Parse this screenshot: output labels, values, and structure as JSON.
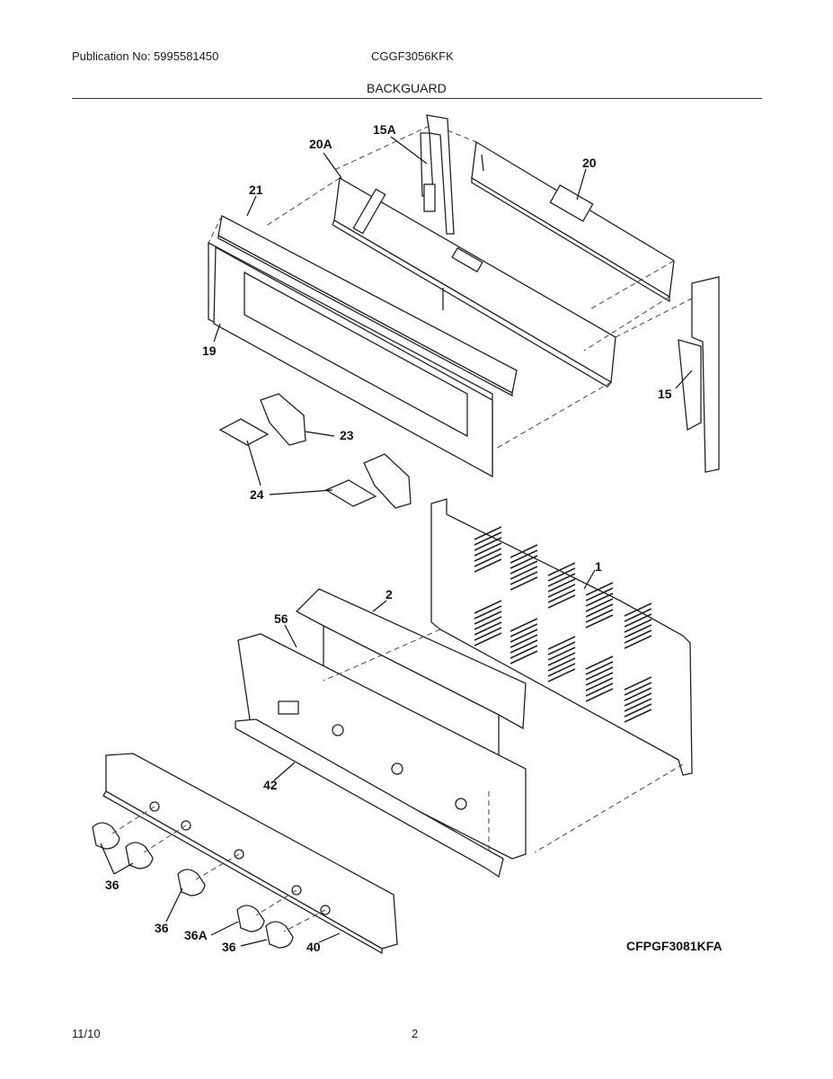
{
  "header": {
    "publication": "Publication No: 5995581450",
    "model": "CGGF3056KFK",
    "section_title": "BACKGUARD"
  },
  "diagram": {
    "callouts": {
      "c15a": "15A",
      "c20a": "20A",
      "c20": "20",
      "c21": "21",
      "c19": "19",
      "c15": "15",
      "c23": "23",
      "c24": "24",
      "c1": "1",
      "c2": "2",
      "c56": "56",
      "c42": "42",
      "c36a": "36",
      "c36b": "36",
      "c36c": "36A",
      "c36d": "36",
      "c40": "40"
    },
    "figure_code": "CFPGF3081KFA"
  },
  "footer": {
    "date": "11/10",
    "page_number": "2"
  }
}
